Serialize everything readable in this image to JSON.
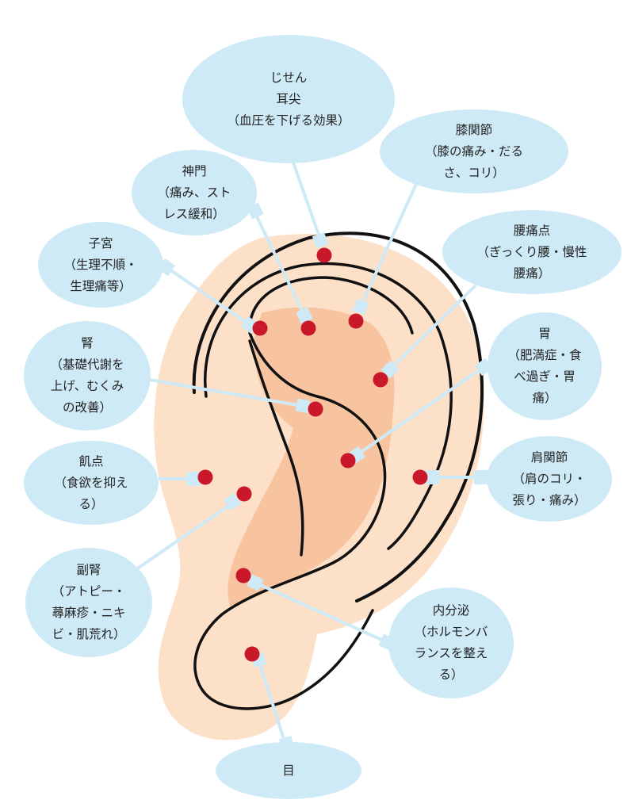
{
  "colors": {
    "bubble": "#cfeaf7",
    "connector": "#cfeaf7",
    "point": "#c8182a",
    "ear_outer": "#fde0c8",
    "ear_inner": "#f8c4a0",
    "outline": "#111111"
  },
  "labels": {
    "jisen": [
      "じせん",
      "耳尖",
      "（血圧を下げる効果）"
    ],
    "shitsukansetsu": [
      "膝関節",
      "（膝の痛み・だる",
      "さ、コリ）"
    ],
    "shinmon": [
      "神門",
      "（痛み、スト",
      "レス緩和）"
    ],
    "shikyu": [
      "子宮",
      "（生理不順・",
      "生理痛等）"
    ],
    "youtsuuten": [
      "腰痛点",
      "（ぎっくり腰・慢性",
      "腰痛）"
    ],
    "jin": [
      "腎",
      "（基礎代謝を",
      "上げ、むくみ",
      "の改善）"
    ],
    "i": [
      "胃",
      "（肥満症・食",
      "べ過ぎ・胃",
      "痛）"
    ],
    "kiten": [
      "飢点",
      "（食欲を抑え",
      "る）"
    ],
    "katakansetsu": [
      "肩関節",
      "（肩のコリ・",
      "張り・痛み）"
    ],
    "fukujin": [
      "副腎",
      "（アトピー・",
      "蕁麻疹・ニキ",
      "ビ・肌荒れ）"
    ],
    "naibunpi": [
      "内分泌",
      "（ホルモンバ",
      "ランスを整え",
      "る）"
    ],
    "me": [
      "目"
    ]
  }
}
